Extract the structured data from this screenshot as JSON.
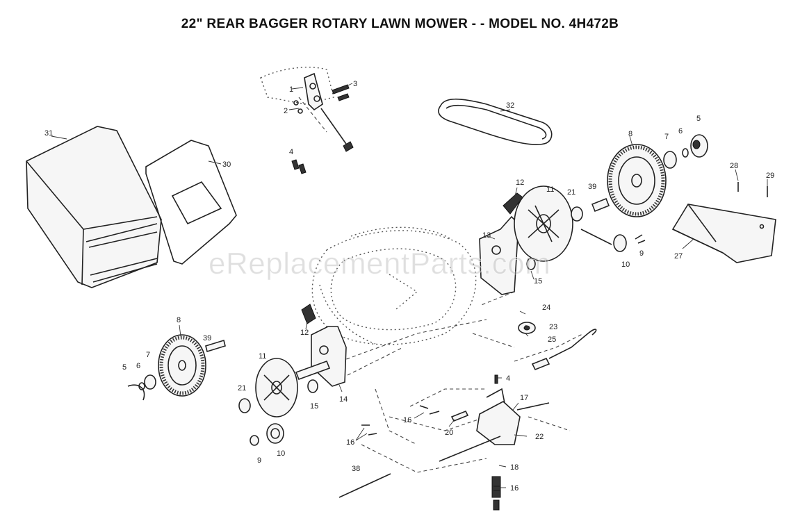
{
  "title": "22\" REAR BAGGER ROTARY LAWN MOWER - - MODEL NO. 4H472B",
  "watermark": "eReplacementParts.com",
  "callouts": {
    "c31": "31",
    "c30": "30",
    "c3": "3",
    "c1": "1",
    "c2": "2",
    "c4": "4",
    "c32": "32",
    "c8a": "8",
    "c7a": "7",
    "c6a": "6",
    "c5a": "5",
    "c28": "28",
    "c29": "29",
    "c27": "27",
    "c12a": "12",
    "c11a": "11",
    "c21a": "21",
    "c39a": "39",
    "c13": "13",
    "c10a": "10",
    "c9a": "9",
    "c15a": "15",
    "c24": "24",
    "c23": "23",
    "c25": "25",
    "c8b": "8",
    "c39b": "39",
    "c12b": "12",
    "c11b": "11",
    "c5b": "5",
    "c6b": "6",
    "c7b": "7",
    "c21b": "21",
    "c15b": "15",
    "c14": "14",
    "c9b": "9",
    "c10b": "10",
    "c4b": "4",
    "c17": "17",
    "c16a": "16",
    "c16b": "16",
    "c20": "20",
    "c22": "22",
    "c38": "38",
    "c18": "18",
    "c16c": "16"
  }
}
